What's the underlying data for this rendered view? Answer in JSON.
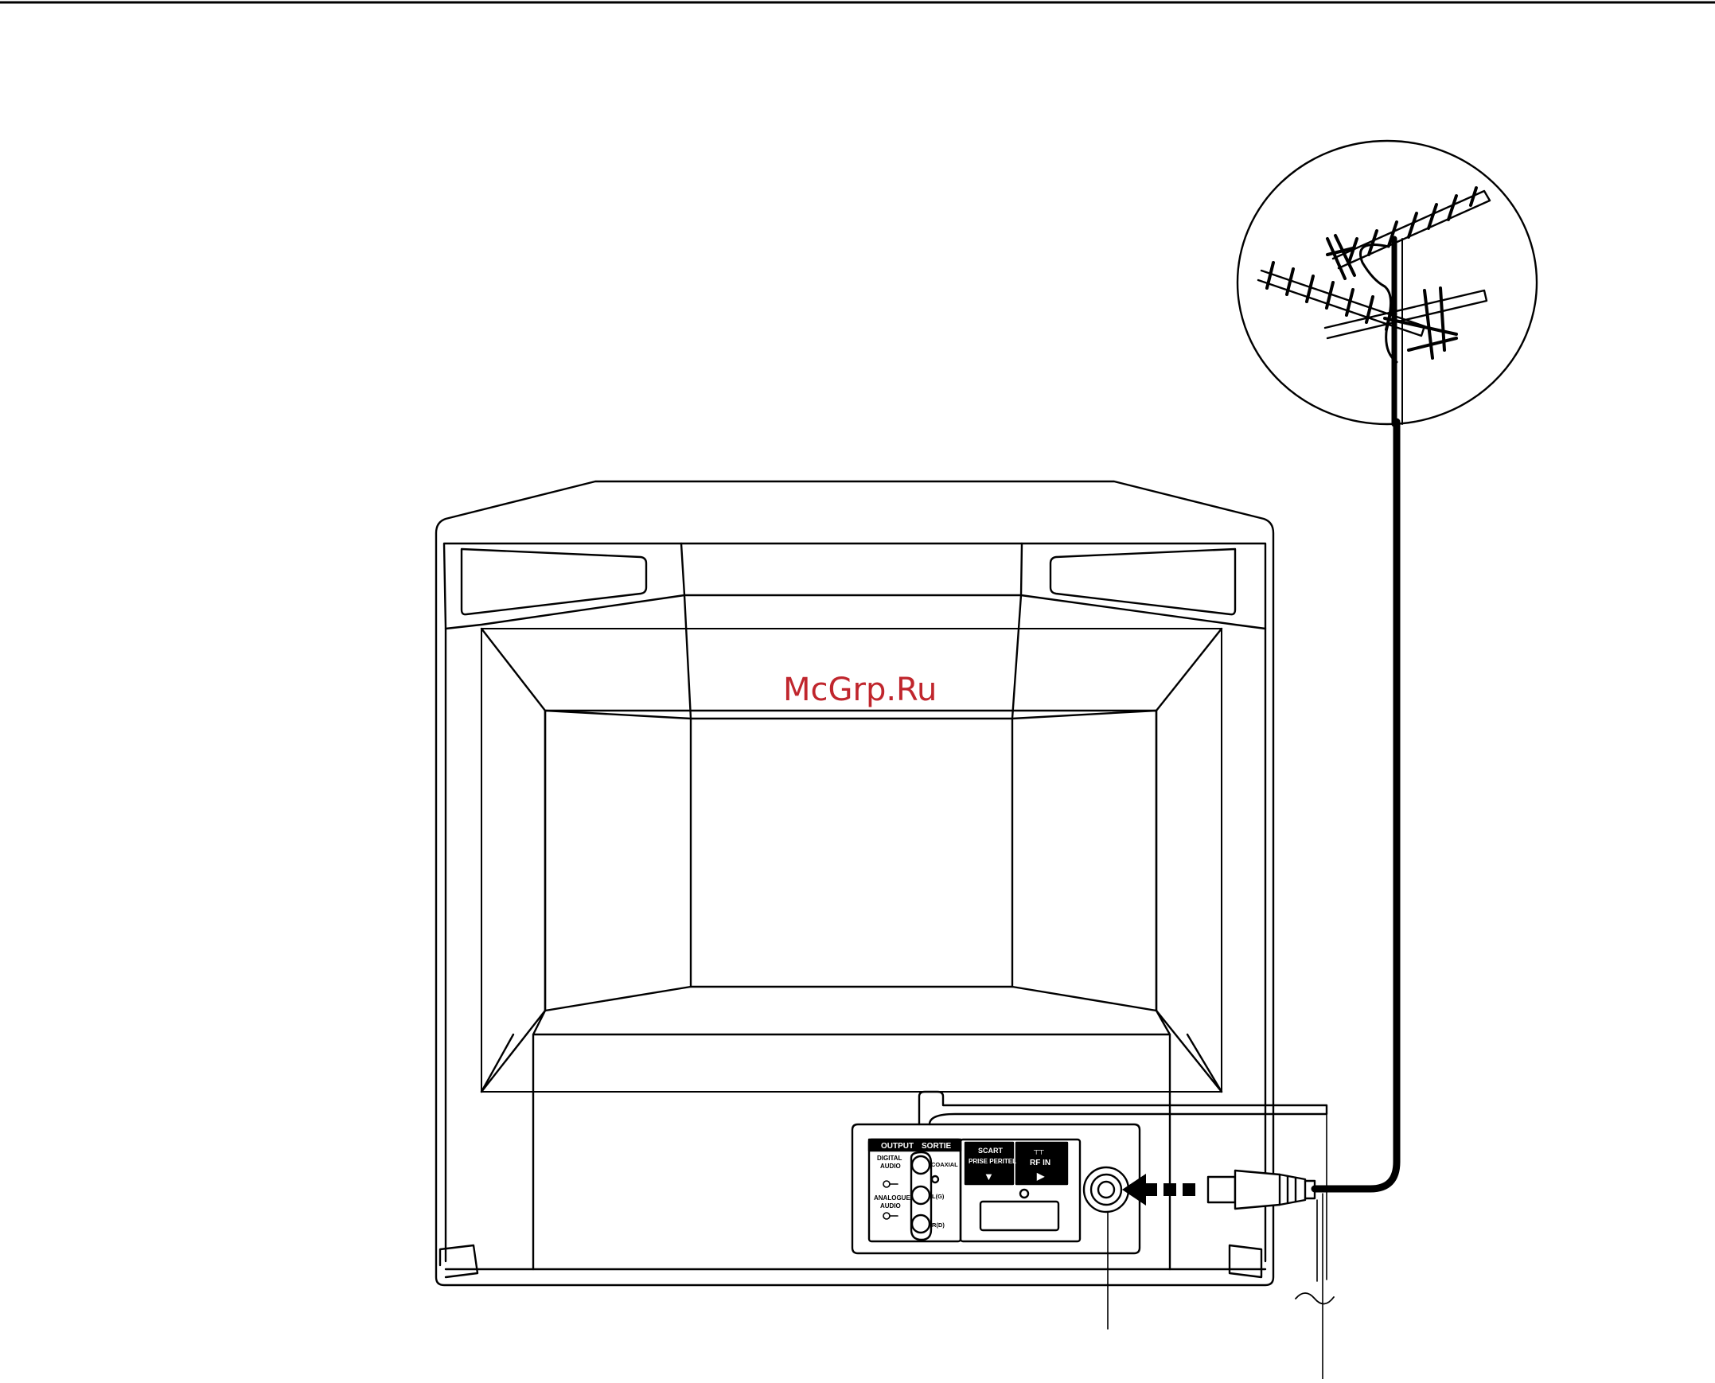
{
  "watermark": "McGrp.Ru",
  "panel": {
    "output_label": "OUTPUT",
    "sortie_label": "SORTIE",
    "digital_audio_line1": "DIGITAL",
    "digital_audio_line2": "AUDIO",
    "analogue_audio_line1": "ANALOGUE",
    "analogue_audio_line2": "AUDIO",
    "coaxial_label": "COAXIAL",
    "left_label": "L(G)",
    "right_label": "R(D)",
    "scart_line1": "SCART",
    "scart_line2": "PRISE PERITEL",
    "scart_arrow": "▼",
    "rf_symbol": "┬┬",
    "rf_label": "RF IN",
    "rf_arrow": "▶"
  },
  "colors": {
    "line": "#000000",
    "watermark": "#c0262d",
    "background": "#ffffff"
  }
}
